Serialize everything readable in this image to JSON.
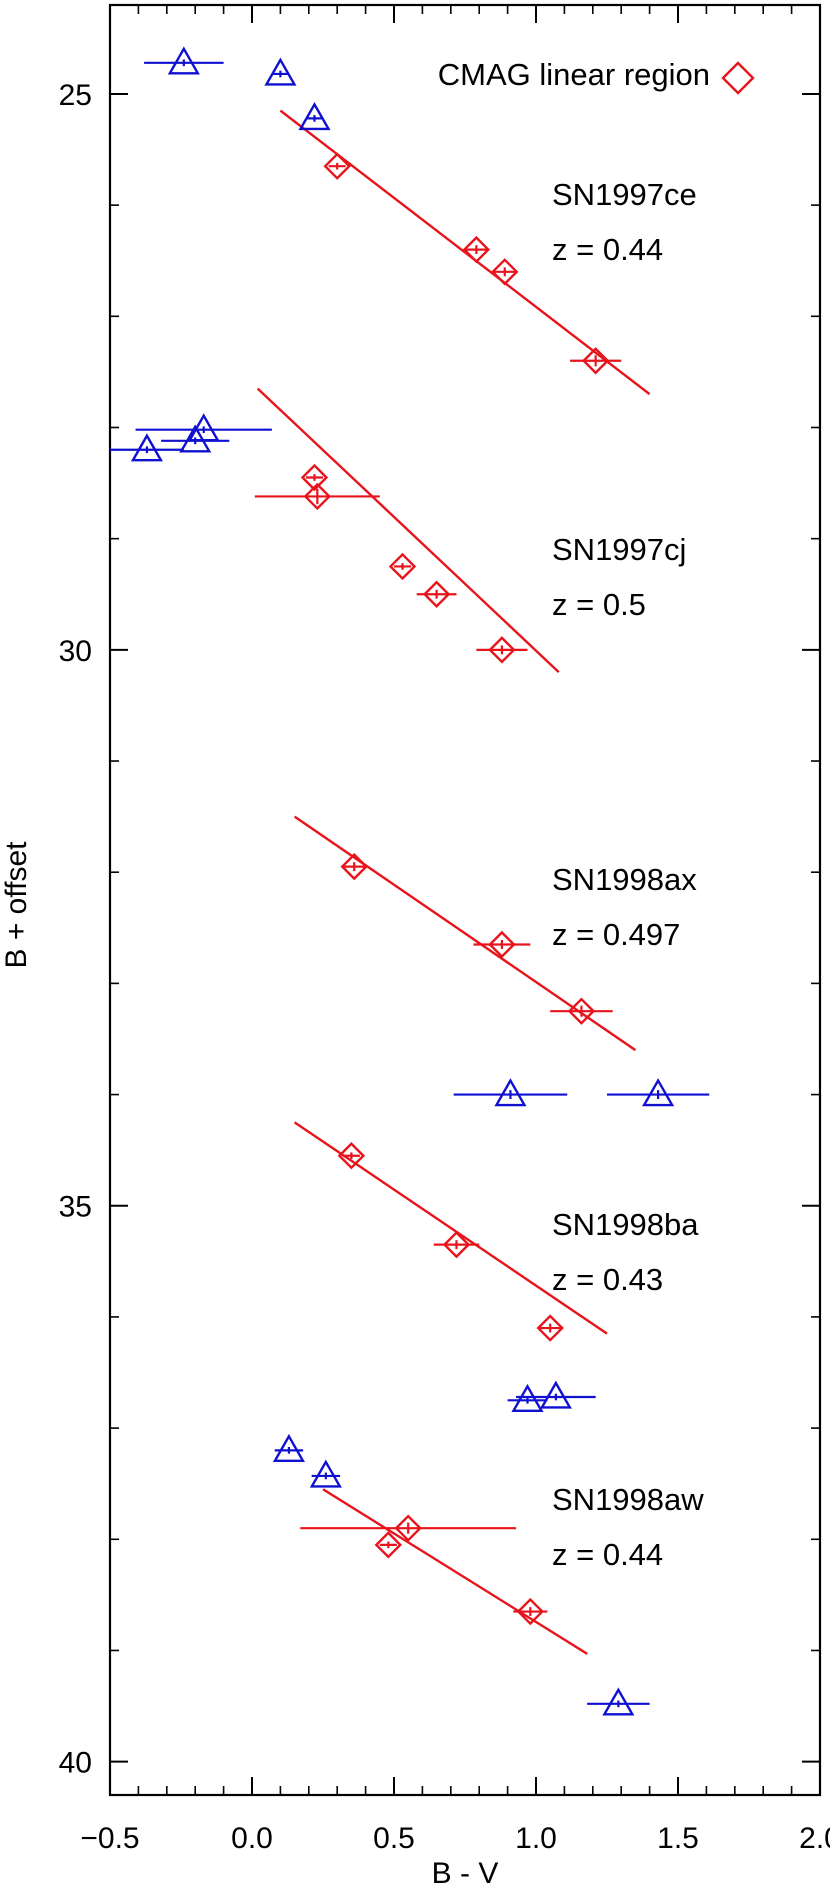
{
  "chart_data": {
    "type": "scatter",
    "xlabel": "B - V",
    "ylabel": "B + offset",
    "xlim": [
      -0.5,
      2.0
    ],
    "ylim": [
      24.2,
      40.3
    ],
    "y_inverted": true,
    "xticks": [
      -0.5,
      0.0,
      0.5,
      1.0,
      1.5,
      2.0
    ],
    "xtick_labels": [
      "−0.5",
      "0.0",
      "0.5",
      "1.0",
      "1.5",
      "2.0"
    ],
    "yticks": [
      25,
      30,
      35,
      40
    ],
    "ytick_labels": [
      "25",
      "30",
      "35",
      "40"
    ],
    "grid": false,
    "legend": {
      "label": "CMAG linear region",
      "marker": "diamond",
      "color": "#e8141c",
      "position": "top-right"
    },
    "colors": {
      "linear": "#e8141c",
      "other": "#1010d0"
    },
    "groups": [
      {
        "name": "SN1997ce",
        "z_label": "z = 0.44",
        "fit_line": [
          [
            0.1,
            25.15
          ],
          [
            1.4,
            27.7
          ]
        ],
        "diamonds": [
          {
            "x": 0.3,
            "y": 25.65,
            "xerr": 0.03,
            "yerr": 0.03
          },
          {
            "x": 0.79,
            "y": 26.4,
            "xerr": 0.04,
            "yerr": 0.04
          },
          {
            "x": 0.89,
            "y": 26.6,
            "xerr": 0.04,
            "yerr": 0.04
          },
          {
            "x": 1.21,
            "y": 27.4,
            "xerr": 0.09,
            "yerr": 0.05
          }
        ],
        "triangles": [
          {
            "x": -0.24,
            "y": 24.72,
            "xerr": 0.14,
            "yerr": 0.03
          },
          {
            "x": 0.1,
            "y": 24.82,
            "xerr": 0.03,
            "yerr": 0.03
          },
          {
            "x": 0.22,
            "y": 25.22,
            "xerr": 0.03,
            "yerr": 0.03
          }
        ]
      },
      {
        "name": "SN1997cj",
        "z_label": "z = 0.5",
        "fit_line": [
          [
            0.02,
            27.65
          ],
          [
            1.08,
            30.2
          ]
        ],
        "diamonds": [
          {
            "x": 0.22,
            "y": 28.45,
            "xerr": 0.03,
            "yerr": 0.03
          },
          {
            "x": 0.23,
            "y": 28.62,
            "xerr": 0.22,
            "yerr": 0.07
          },
          {
            "x": 0.53,
            "y": 29.25,
            "xerr": 0.03,
            "yerr": 0.03
          },
          {
            "x": 0.65,
            "y": 29.5,
            "xerr": 0.07,
            "yerr": 0.04
          },
          {
            "x": 0.88,
            "y": 30.0,
            "xerr": 0.09,
            "yerr": 0.04
          }
        ],
        "triangles": [
          {
            "x": -0.17,
            "y": 28.02,
            "xerr": 0.24,
            "yerr": 0.03
          },
          {
            "x": -0.2,
            "y": 28.12,
            "xerr": 0.12,
            "yerr": 0.03
          },
          {
            "x": -0.37,
            "y": 28.2,
            "xerr": 0.13,
            "yerr": 0.03
          }
        ]
      },
      {
        "name": "SN1998ax",
        "z_label": "z = 0.497",
        "fit_line": [
          [
            0.15,
            31.5
          ],
          [
            1.35,
            33.6
          ]
        ],
        "diamonds": [
          {
            "x": 0.36,
            "y": 31.95,
            "xerr": 0.04,
            "yerr": 0.04
          },
          {
            "x": 0.88,
            "y": 32.65,
            "xerr": 0.1,
            "yerr": 0.04
          },
          {
            "x": 1.16,
            "y": 33.25,
            "xerr": 0.11,
            "yerr": 0.05
          }
        ],
        "triangles": [
          {
            "x": 0.91,
            "y": 34.0,
            "xerr": 0.2,
            "yerr": 0.04
          },
          {
            "x": 1.43,
            "y": 34.0,
            "xerr": 0.18,
            "yerr": 0.04
          }
        ]
      },
      {
        "name": "SN1998ba",
        "z_label": "z = 0.43",
        "fit_line": [
          [
            0.15,
            34.25
          ],
          [
            1.25,
            36.15
          ]
        ],
        "diamonds": [
          {
            "x": 0.35,
            "y": 34.55,
            "xerr": 0.03,
            "yerr": 0.03
          },
          {
            "x": 0.72,
            "y": 35.35,
            "xerr": 0.08,
            "yerr": 0.04
          },
          {
            "x": 1.05,
            "y": 36.1,
            "xerr": 0.04,
            "yerr": 0.04
          }
        ],
        "triangles": [
          {
            "x": 0.97,
            "y": 36.75,
            "xerr": 0.07,
            "yerr": 0.03
          },
          {
            "x": 1.07,
            "y": 36.72,
            "xerr": 0.14,
            "yerr": 0.03
          }
        ]
      },
      {
        "name": "SN1998aw",
        "z_label": "z = 0.44",
        "fit_line": [
          [
            0.25,
            37.55
          ],
          [
            1.18,
            39.03
          ]
        ],
        "diamonds": [
          {
            "x": 0.55,
            "y": 37.9,
            "xerr": 0.38,
            "yerr": 0.05
          },
          {
            "x": 0.48,
            "y": 38.05,
            "xerr": 0.03,
            "yerr": 0.03
          },
          {
            "x": 0.98,
            "y": 38.65,
            "xerr": 0.06,
            "yerr": 0.04
          }
        ],
        "triangles": [
          {
            "x": 0.13,
            "y": 37.2,
            "xerr": 0.05,
            "yerr": 0.03
          },
          {
            "x": 0.26,
            "y": 37.43,
            "xerr": 0.05,
            "yerr": 0.03
          },
          {
            "x": 1.29,
            "y": 39.48,
            "xerr": 0.11,
            "yerr": 0.03
          }
        ]
      }
    ]
  }
}
